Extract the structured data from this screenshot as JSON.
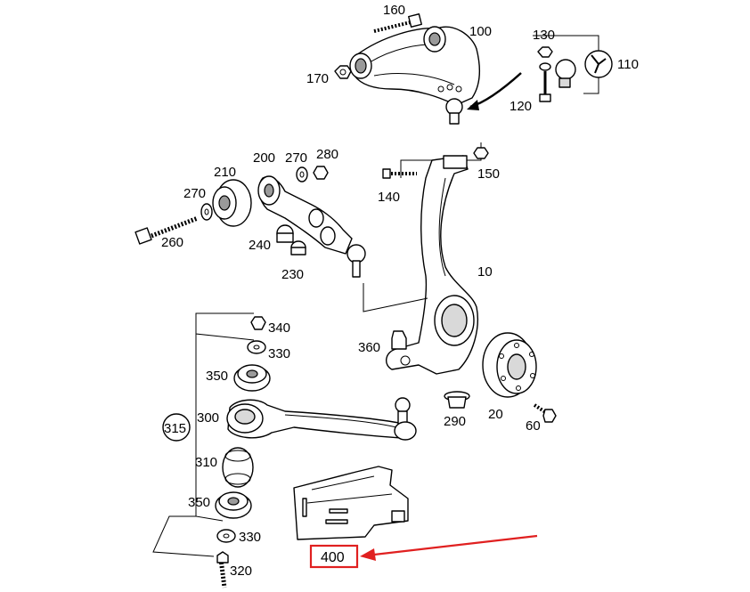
{
  "labels": {
    "p160": "160",
    "p100": "100",
    "p130": "130",
    "p110": "110",
    "p170": "170",
    "p120": "120",
    "p200": "200",
    "p270a": "270",
    "p280": "280",
    "p210": "210",
    "p150": "150",
    "p140": "140",
    "p270b": "270",
    "p260": "260",
    "p240": "240",
    "p230": "230",
    "p10": "10",
    "p340": "340",
    "p330a": "330",
    "p360": "360",
    "p350a": "350",
    "p315": "315",
    "p300": "300",
    "p290": "290",
    "p20": "20",
    "p60": "60",
    "p310": "310",
    "p350b": "350",
    "p330b": "330",
    "p320": "320",
    "p400": "400"
  },
  "highlight": {
    "part": "400",
    "color": "#e02020"
  }
}
